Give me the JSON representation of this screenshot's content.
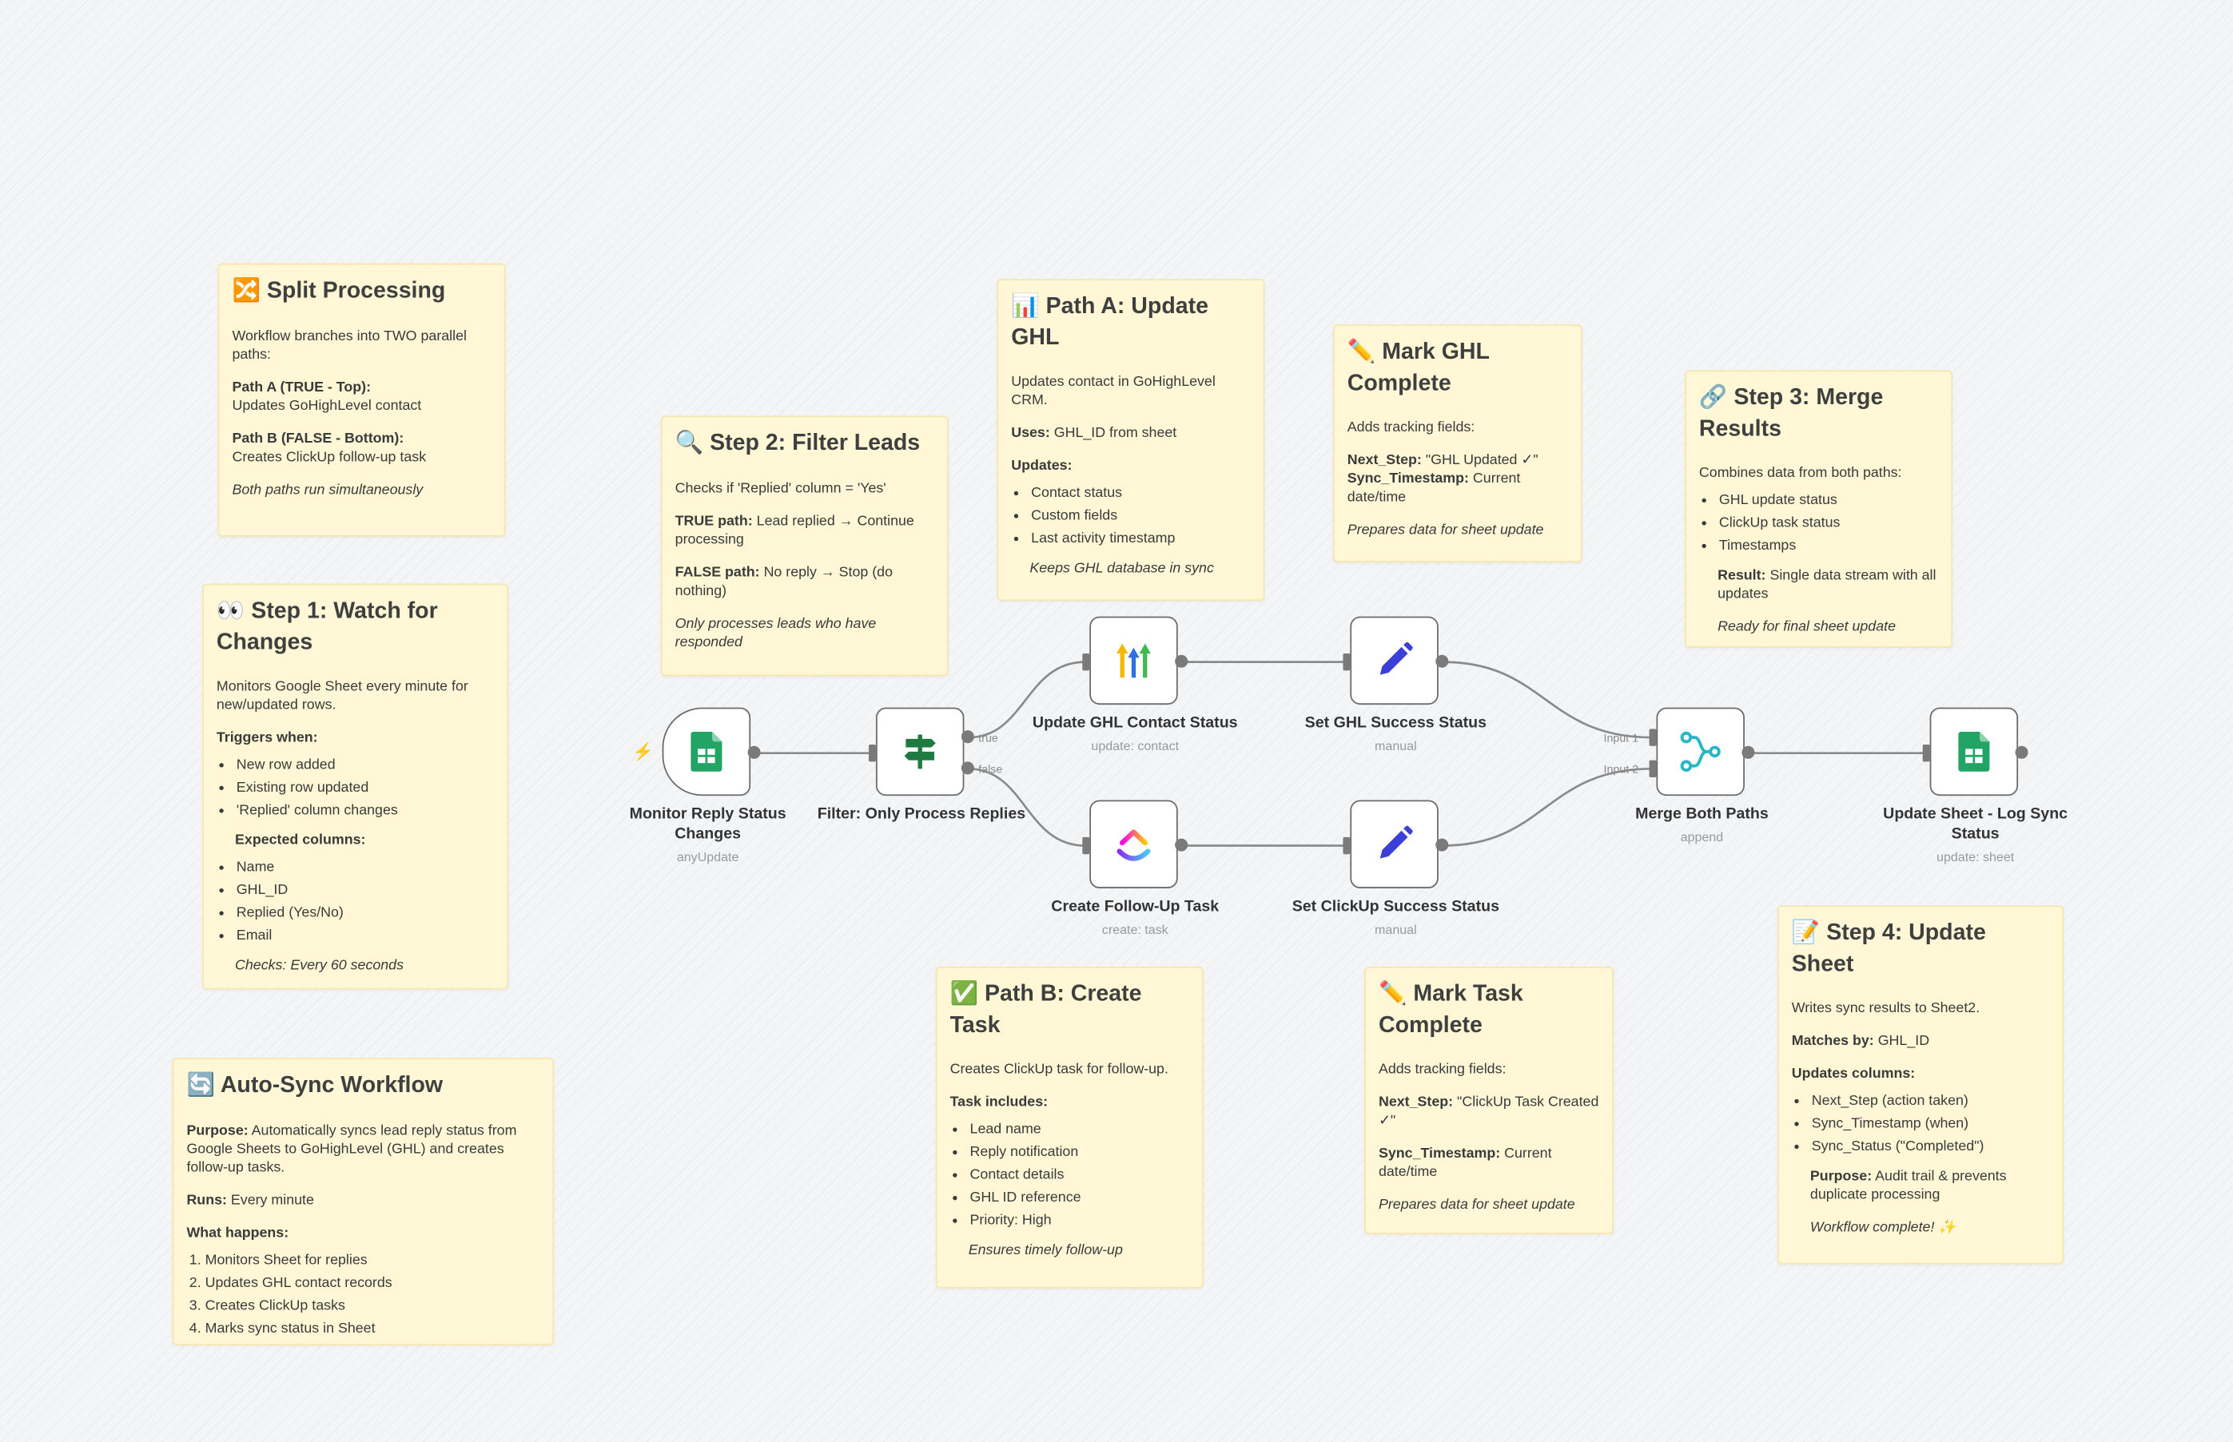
{
  "notes": {
    "split": {
      "icon": "🔀",
      "title": "Split Processing",
      "intro": "Workflow branches into TWO parallel paths:",
      "path_a_label": "Path A (TRUE - Top):",
      "path_a_text": "Updates GoHighLevel contact",
      "path_b_label": "Path B (FALSE - Bottom):",
      "path_b_text": "Creates ClickUp follow-up task",
      "footer": "Both paths run simultaneously"
    },
    "step1": {
      "icon": "👀",
      "title": "Step 1: Watch for Changes",
      "intro": "Monitors Google Sheet every minute for new/updated rows.",
      "triggers_label": "Triggers when:",
      "triggers": [
        "New row added",
        "Existing row updated",
        "'Replied' column changes"
      ],
      "columns_label": "Expected columns:",
      "columns": [
        "Name",
        "GHL_ID",
        "Replied (Yes/No)",
        "Email"
      ],
      "footer": "Checks: Every 60 seconds"
    },
    "autosync": {
      "icon": "🔄",
      "title": "Auto-Sync Workflow",
      "purpose_label": "Purpose:",
      "purpose_text": " Automatically syncs lead reply status from Google Sheets to GoHighLevel (GHL) and creates follow-up tasks.",
      "runs_label": "Runs:",
      "runs_text": " Every minute",
      "happens_label": "What happens:",
      "steps": [
        "Monitors Sheet for replies",
        "Updates GHL contact records",
        "Creates ClickUp tasks",
        "Marks sync status in Sheet"
      ]
    },
    "step2": {
      "icon": "🔍",
      "title": "Step 2: Filter Leads",
      "intro": "Checks if 'Replied' column = 'Yes'",
      "true_label": "TRUE path:",
      "true_text": " Lead replied → Continue processing",
      "false_label": "FALSE path:",
      "false_text": " No reply → Stop (do nothing)",
      "footer": "Only processes leads who have responded"
    },
    "patha": {
      "icon": "📊",
      "title": "Path A: Update GHL",
      "intro": "Updates contact in GoHighLevel CRM.",
      "uses_label": "Uses:",
      "uses_text": " GHL_ID from sheet",
      "updates_label": "Updates:",
      "updates": [
        "Contact status",
        "Custom fields",
        "Last activity timestamp"
      ],
      "footer": "Keeps GHL database in sync"
    },
    "markghl": {
      "icon": "✏️",
      "title": "Mark GHL Complete",
      "intro": "Adds tracking fields:",
      "next_label": "Next_Step:",
      "next_text": " \"GHL Updated ✓\"",
      "sync_label": "Sync_Timestamp:",
      "sync_text": " Current date/time",
      "footer": "Prepares data for sheet update"
    },
    "step3": {
      "icon": "🔗",
      "title": "Step 3: Merge Results",
      "intro": "Combines data from both paths:",
      "items": [
        "GHL update status",
        "ClickUp task status",
        "Timestamps"
      ],
      "result_label": "Result:",
      "result_text": " Single data stream with all updates",
      "footer": "Ready for final sheet update"
    },
    "pathb": {
      "icon": "✅",
      "title": "Path B: Create Task",
      "intro": "Creates ClickUp task for follow-up.",
      "includes_label": "Task includes:",
      "includes": [
        "Lead name",
        "Reply notification",
        "Contact details",
        "GHL ID reference",
        "Priority: High"
      ],
      "footer": "Ensures timely follow-up"
    },
    "marktask": {
      "icon": "✏️",
      "title": "Mark Task Complete",
      "intro": "Adds tracking fields:",
      "next_label": "Next_Step:",
      "next_text": " \"ClickUp Task Created ✓\"",
      "sync_label": "Sync_Timestamp:",
      "sync_text": " Current date/time",
      "footer": "Prepares data for sheet update"
    },
    "step4": {
      "icon": "📝",
      "title": "Step 4: Update Sheet",
      "intro": "Writes sync results to Sheet2.",
      "matches_label": "Matches by:",
      "matches_text": " GHL_ID",
      "updates_label": "Updates columns:",
      "updates": [
        "Next_Step (action taken)",
        "Sync_Timestamp (when)",
        "Sync_Status (\"Completed\")"
      ],
      "purpose_label": "Purpose:",
      "purpose_text": " Audit trail & prevents duplicate processing",
      "footer": "Workflow complete! ✨"
    }
  },
  "nodes": {
    "monitor": {
      "label": "Monitor Reply Status Changes",
      "sub": "anyUpdate",
      "icon": "google-sheets-icon"
    },
    "filter": {
      "label": "Filter: Only Process Replies",
      "sub": "",
      "icon": "signpost-icon",
      "out_true": "true",
      "out_false": "false"
    },
    "ghl": {
      "label": "Update GHL Contact Status",
      "sub": "update: contact",
      "icon": "highlevel-icon"
    },
    "setghl": {
      "label": "Set GHL Success Status",
      "sub": "manual",
      "icon": "pencil-icon"
    },
    "clickup": {
      "label": "Create Follow-Up Task",
      "sub": "create: task",
      "icon": "clickup-icon"
    },
    "setclickup": {
      "label": "Set ClickUp Success Status",
      "sub": "manual",
      "icon": "pencil-icon"
    },
    "merge": {
      "label": "Merge Both Paths",
      "sub": "append",
      "icon": "merge-icon",
      "in1": "Input 1",
      "in2": "Input 2"
    },
    "sheet": {
      "label": "Update Sheet - Log Sync Status",
      "sub": "update: sheet",
      "icon": "google-sheets-icon"
    }
  },
  "colors": {
    "note_bg": "#fff7d6",
    "sheets_green": "#21a464",
    "pencil_blue": "#3b3fd8",
    "merge_teal": "#29b6c5"
  }
}
